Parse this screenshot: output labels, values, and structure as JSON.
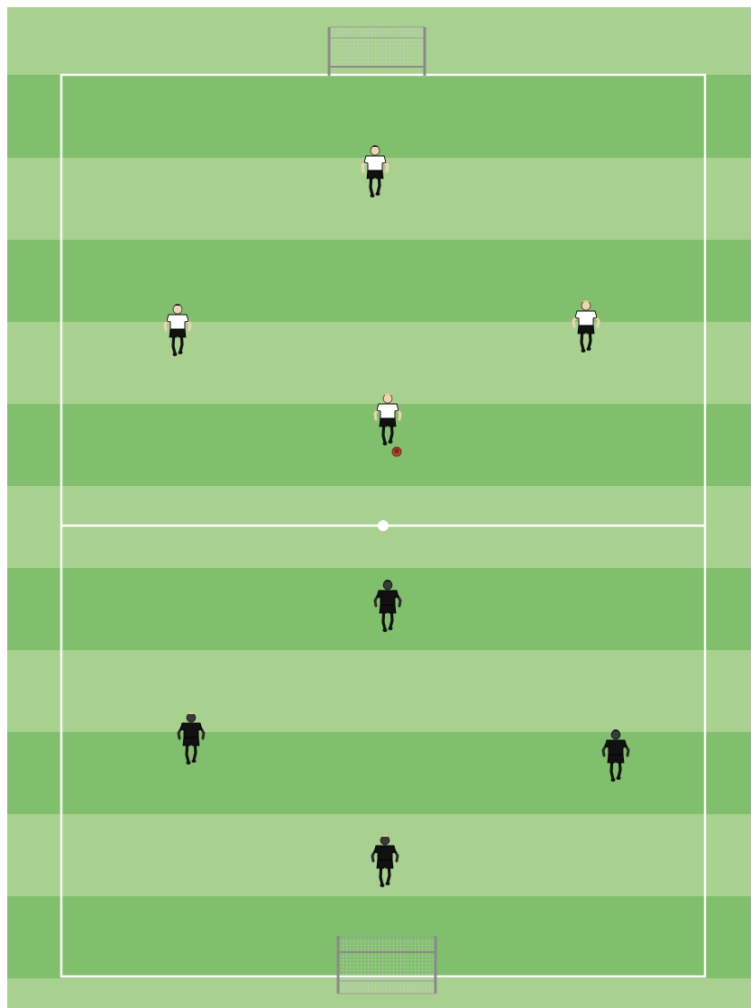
{
  "pitch": {
    "colors": {
      "stripe_light": "#a8d18f",
      "stripe_dark": "#80bf6c",
      "line": "#ffffff",
      "goal_frame": "#9a9a9a",
      "net": "#d9d9d9",
      "ball": "#c0462f"
    }
  },
  "teams": [
    {
      "name": "white",
      "shirt": "#ffffff",
      "shorts": "#111111",
      "players": [
        {
          "id": "w1",
          "hair": "#222222"
        },
        {
          "id": "w2",
          "hair": "#222222"
        },
        {
          "id": "w3",
          "hair": "#e8c98a"
        },
        {
          "id": "w4",
          "hair": "#e8c98a"
        }
      ]
    },
    {
      "name": "black",
      "shirt": "#111111",
      "shorts": "#111111",
      "players": [
        {
          "id": "b1",
          "hair": "#111111"
        },
        {
          "id": "b2",
          "hair": "#e8c98a"
        },
        {
          "id": "b3",
          "hair": "#111111"
        },
        {
          "id": "b4",
          "hair": "#e8c98a"
        }
      ]
    }
  ]
}
